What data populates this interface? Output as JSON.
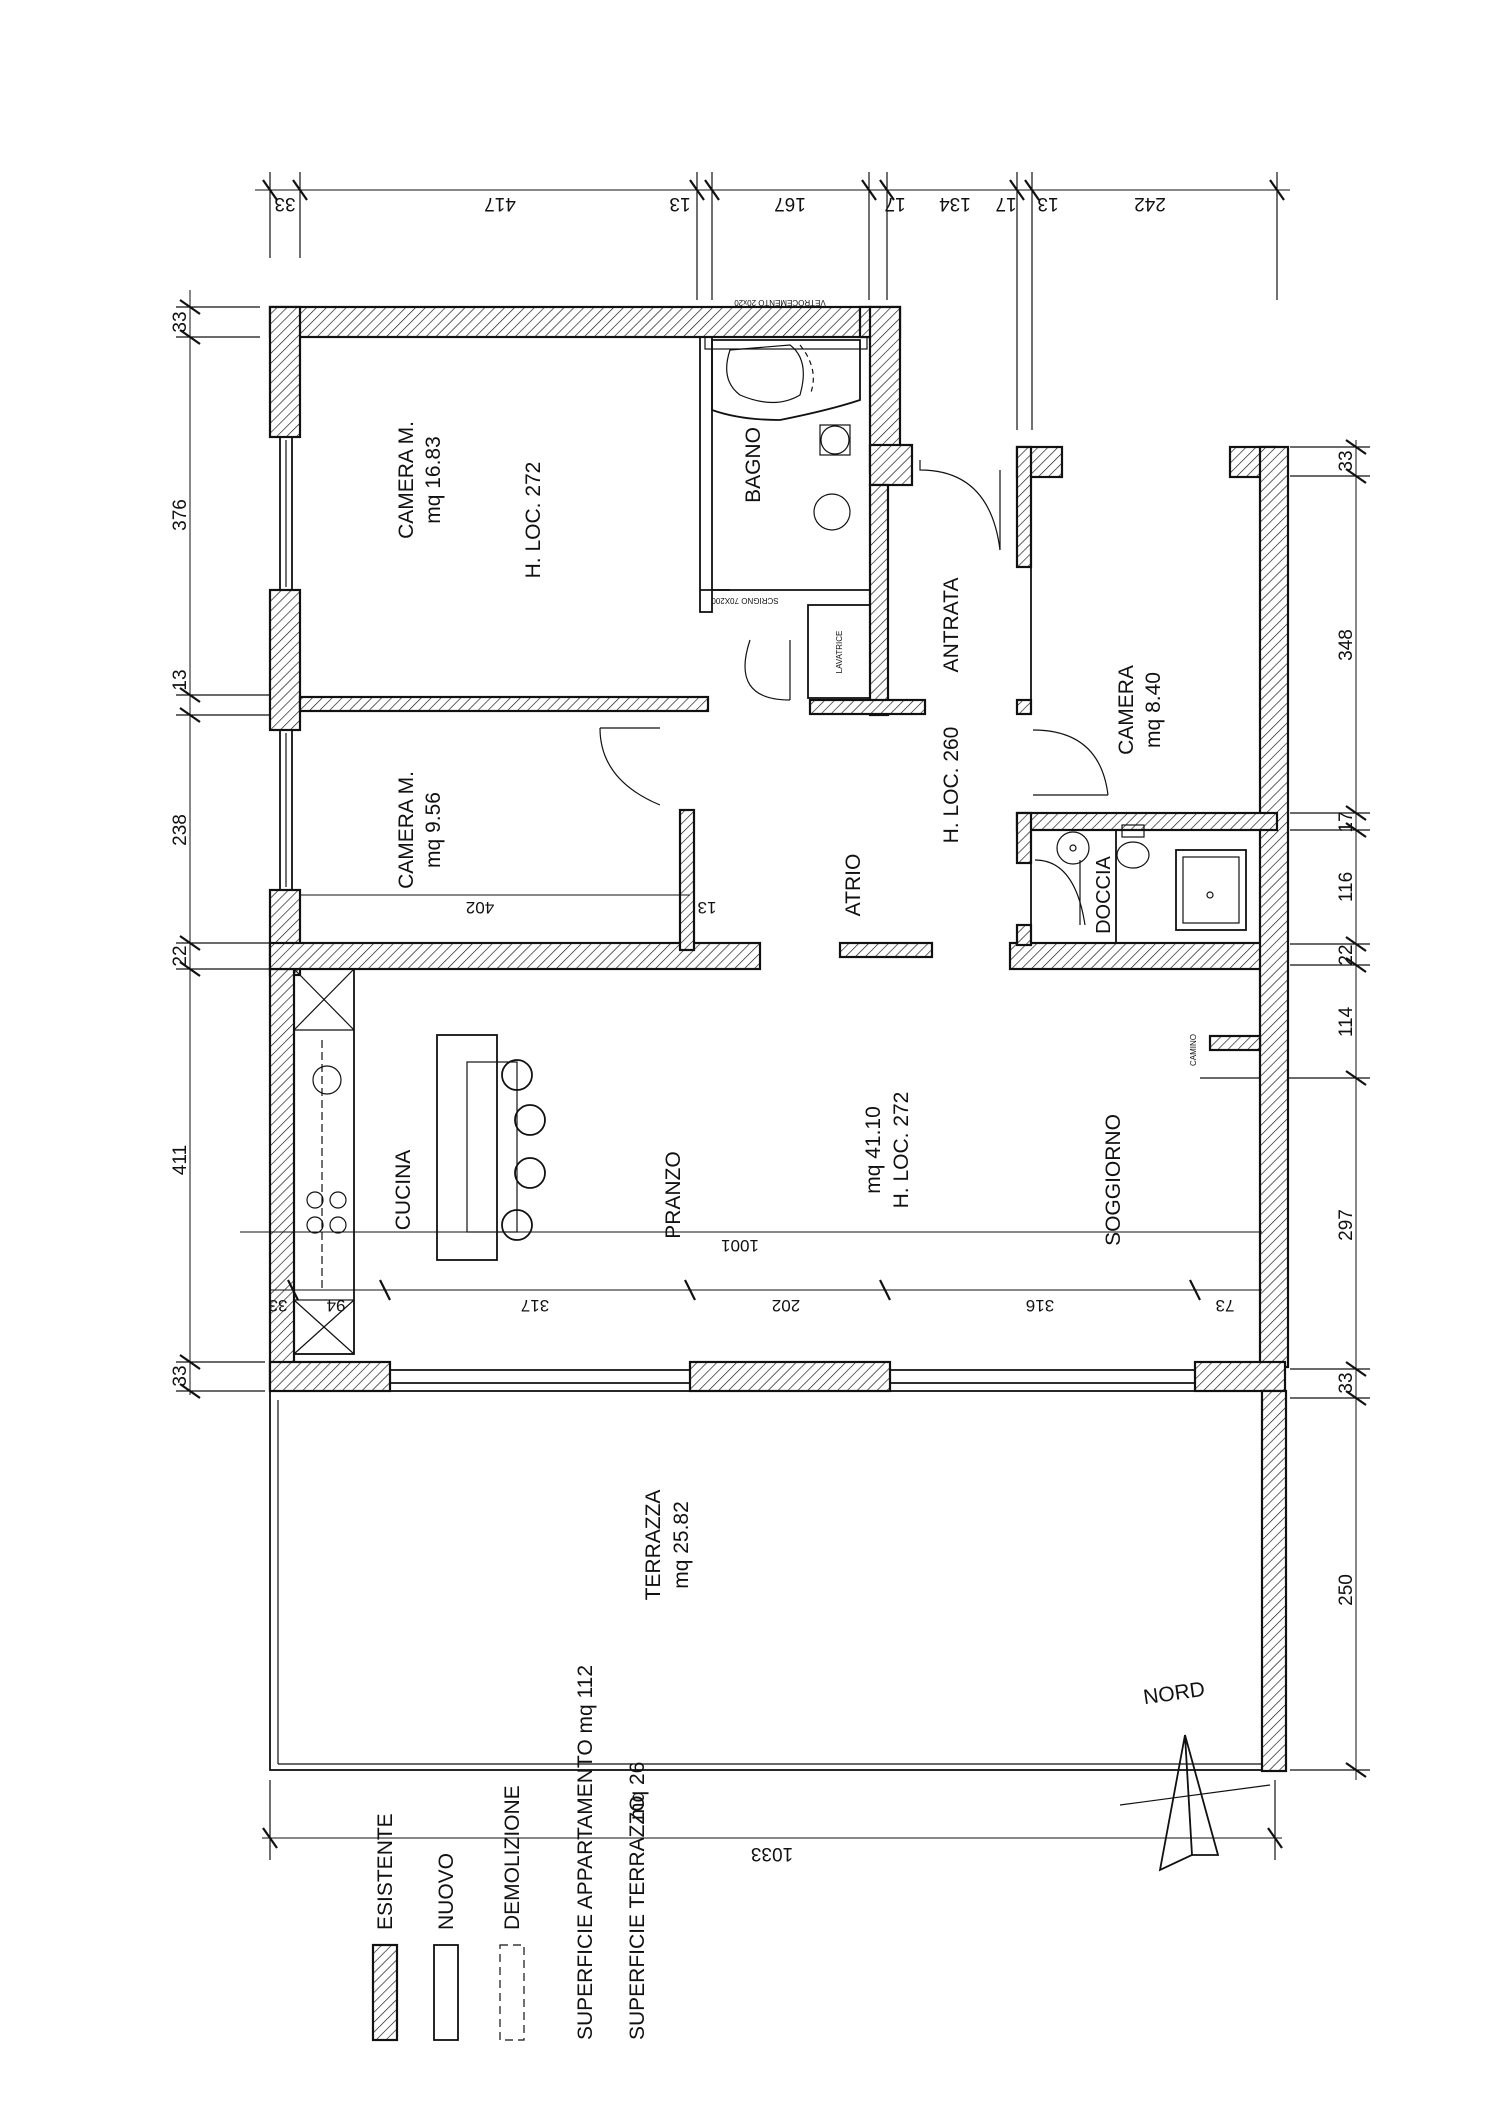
{
  "rooms": {
    "camera_m1": {
      "name": "CAMERA M.",
      "area": "mq 16.83",
      "height": "H. LOC. 272"
    },
    "bagno": {
      "name": "BAGNO"
    },
    "camera_m2": {
      "name": "CAMERA M.",
      "area": "mq 9.56"
    },
    "atrio": {
      "name": "ATRIO",
      "height": "H. LOC. 260"
    },
    "antrata": {
      "name": "ANTRATA"
    },
    "camera": {
      "name": "CAMERA",
      "area": "mq 8.40"
    },
    "doccia": {
      "name": "DOCCIA"
    },
    "living": {
      "cucina": "CUCINA",
      "pranzo": "PRANZO",
      "soggiorno": "SOGGIORNO",
      "area": "mq 41.10",
      "height": "H. LOC. 272"
    },
    "terrazza": {
      "name": "TERRAZZA",
      "area": "mq 25.82"
    }
  },
  "fixtures": {
    "vetrocemento": "VETROCEMENTO 20x20",
    "scrigno": "SCRIGNO 70X200",
    "lavatrice": "LAVATRICE",
    "camino": "CAMINO"
  },
  "dimensions": {
    "top": [
      "33",
      "417",
      "13",
      "167",
      "17",
      "134",
      "17",
      "13",
      "242"
    ],
    "left": [
      "33",
      "376",
      "13",
      "238",
      "22",
      "411",
      "33"
    ],
    "right": [
      "33",
      "348",
      "17",
      "116",
      "22",
      "114",
      "297",
      "33",
      "250"
    ],
    "interior_402": "402",
    "interior_13": "13",
    "interior_1001": "1001",
    "bottom_row": [
      "33",
      "94",
      "317",
      "202",
      "316",
      "73"
    ],
    "overall": "1033"
  },
  "north": "NORD",
  "legend": {
    "esistente": "ESISTENTE",
    "nuovo": "NUOVO",
    "demolizione": "DEMOLIZIONE",
    "superficie_appartamento": "SUPERFICIE APPARTAMENTO mq 112",
    "superficie_terrazzo_label": "SUPERFICIE TERRAZZO",
    "superficie_terrazzo_value": "mq   26"
  }
}
